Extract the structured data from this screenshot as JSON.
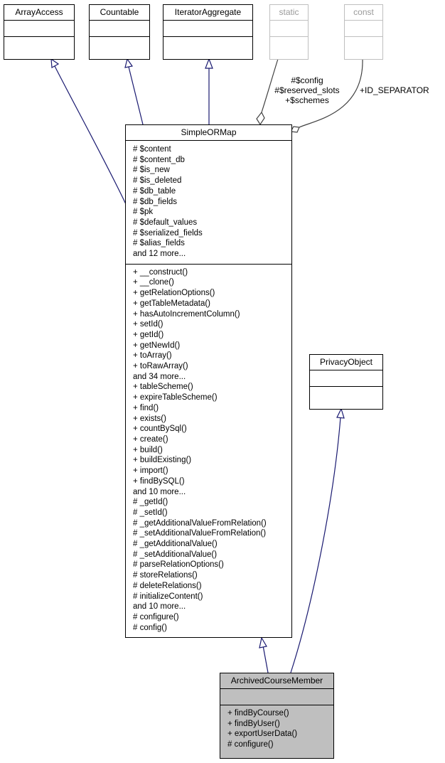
{
  "interfaces": [
    {
      "key": "array_access",
      "title": "ArrayAccess"
    },
    {
      "key": "countable",
      "title": "Countable"
    },
    {
      "key": "iterator_aggregate",
      "title": "IteratorAggregate"
    }
  ],
  "types": [
    {
      "key": "static",
      "title": "static"
    },
    {
      "key": "const",
      "title": "const"
    }
  ],
  "simple_orm_map": {
    "title": "SimpleORMap",
    "attributes": [
      "# $content",
      "# $content_db",
      "# $is_new",
      "# $is_deleted",
      "# $db_table",
      "# $db_fields",
      "# $pk",
      "# $default_values",
      "# $serialized_fields",
      "# $alias_fields",
      "and 12 more..."
    ],
    "methods": [
      "+ __construct()",
      "+ __clone()",
      "+ getRelationOptions()",
      "+ getTableMetadata()",
      "+ hasAutoIncrementColumn()",
      "+ setId()",
      "+ getId()",
      "+ getNewId()",
      "+ toArray()",
      "+ toRawArray()",
      "and 34 more...",
      "+ tableScheme()",
      "+ expireTableScheme()",
      "+ find()",
      "+ exists()",
      "+ countBySql()",
      "+ create()",
      "+ build()",
      "+ buildExisting()",
      "+ import()",
      "+ findBySQL()",
      "and 10 more...",
      "# _getId()",
      "# _setId()",
      "# _getAdditionalValueFromRelation()",
      "# _setAdditionalValueFromRelation()",
      "# _getAdditionalValue()",
      "# _setAdditionalValue()",
      "# parseRelationOptions()",
      "# storeRelations()",
      "# deleteRelations()",
      "# initializeContent()",
      "and 10 more...",
      "# configure()",
      "# config()"
    ]
  },
  "privacy_object": {
    "title": "PrivacyObject"
  },
  "archived_course_member": {
    "title": "ArchivedCourseMember",
    "methods": [
      "+ findByCourse()",
      "+ findByUser()",
      "+ exportUserData()",
      "# configure()"
    ]
  },
  "edge_labels": {
    "static_members": [
      "#$config",
      "#$reserved_slots",
      "+$schemes"
    ],
    "const_member": "+ID_SEPARATOR"
  },
  "colors": {
    "inheritance_edge": "#191970",
    "usage_edge": "#404040",
    "gray_box": "#bfbfbf",
    "highlight_fill": "#bfbfbf"
  }
}
